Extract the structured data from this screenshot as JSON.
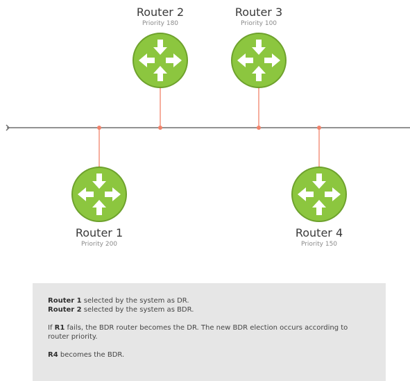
{
  "colors": {
    "bus_line": "#6f6f6f",
    "connector": "#f0826a",
    "router_fill": "#8cc63f",
    "router_stroke": "#6da12c",
    "arrow": "#ffffff",
    "note_background": "#e6e6e6"
  },
  "icons": {
    "router": "router-icon",
    "bus_end": "chevron-right-icon"
  },
  "routers": {
    "r1": {
      "name": "Router 1",
      "priority": "Priority 200"
    },
    "r2": {
      "name": "Router 2",
      "priority": "Priority 180"
    },
    "r3": {
      "name": "Router 3",
      "priority": "Priority 100"
    },
    "r4": {
      "name": "Router 4",
      "priority": "Priority 150"
    }
  },
  "note": {
    "line1_bold": "Router 1",
    "line1_rest": " selected by the system as DR.",
    "line2_bold": "Router 2",
    "line2_rest": " selected by the system as BDR.",
    "line3_pre": "If ",
    "line3_bold": "R1",
    "line3_rest": " fails, the BDR router becomes the DR. The new BDR election occurs according to router priority.",
    "line4_bold": "R4",
    "line4_rest": " becomes the BDR."
  }
}
